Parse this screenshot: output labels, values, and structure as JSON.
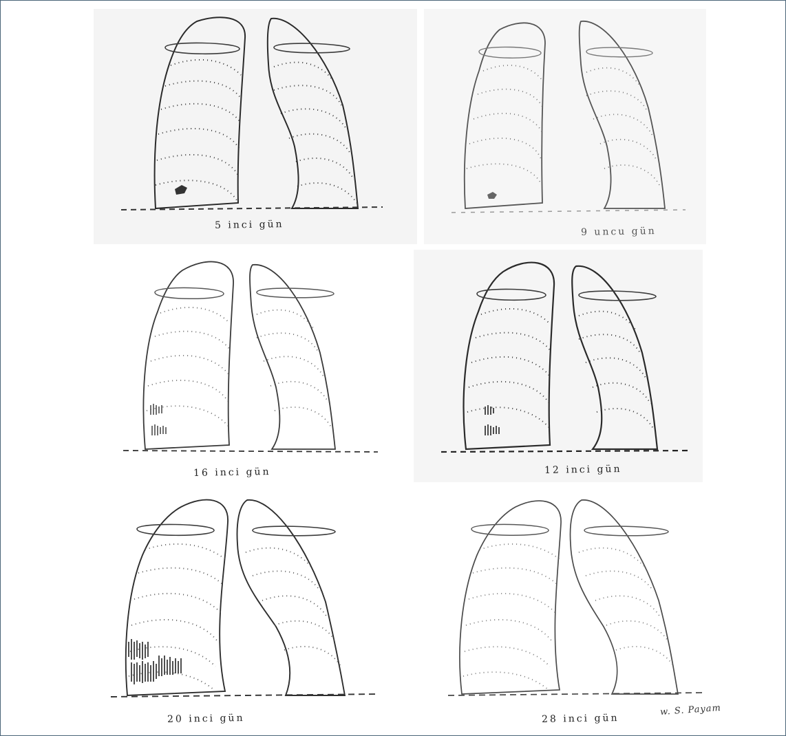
{
  "figure": {
    "panels": [
      {
        "caption": "5 inci gün"
      },
      {
        "caption": "9 uncu gün"
      },
      {
        "caption": "16 inci gün"
      },
      {
        "caption": "12 inci gün"
      },
      {
        "caption": "20 inci gün"
      },
      {
        "caption": "28 inci gün"
      }
    ],
    "signature": "w. S. Payam"
  }
}
